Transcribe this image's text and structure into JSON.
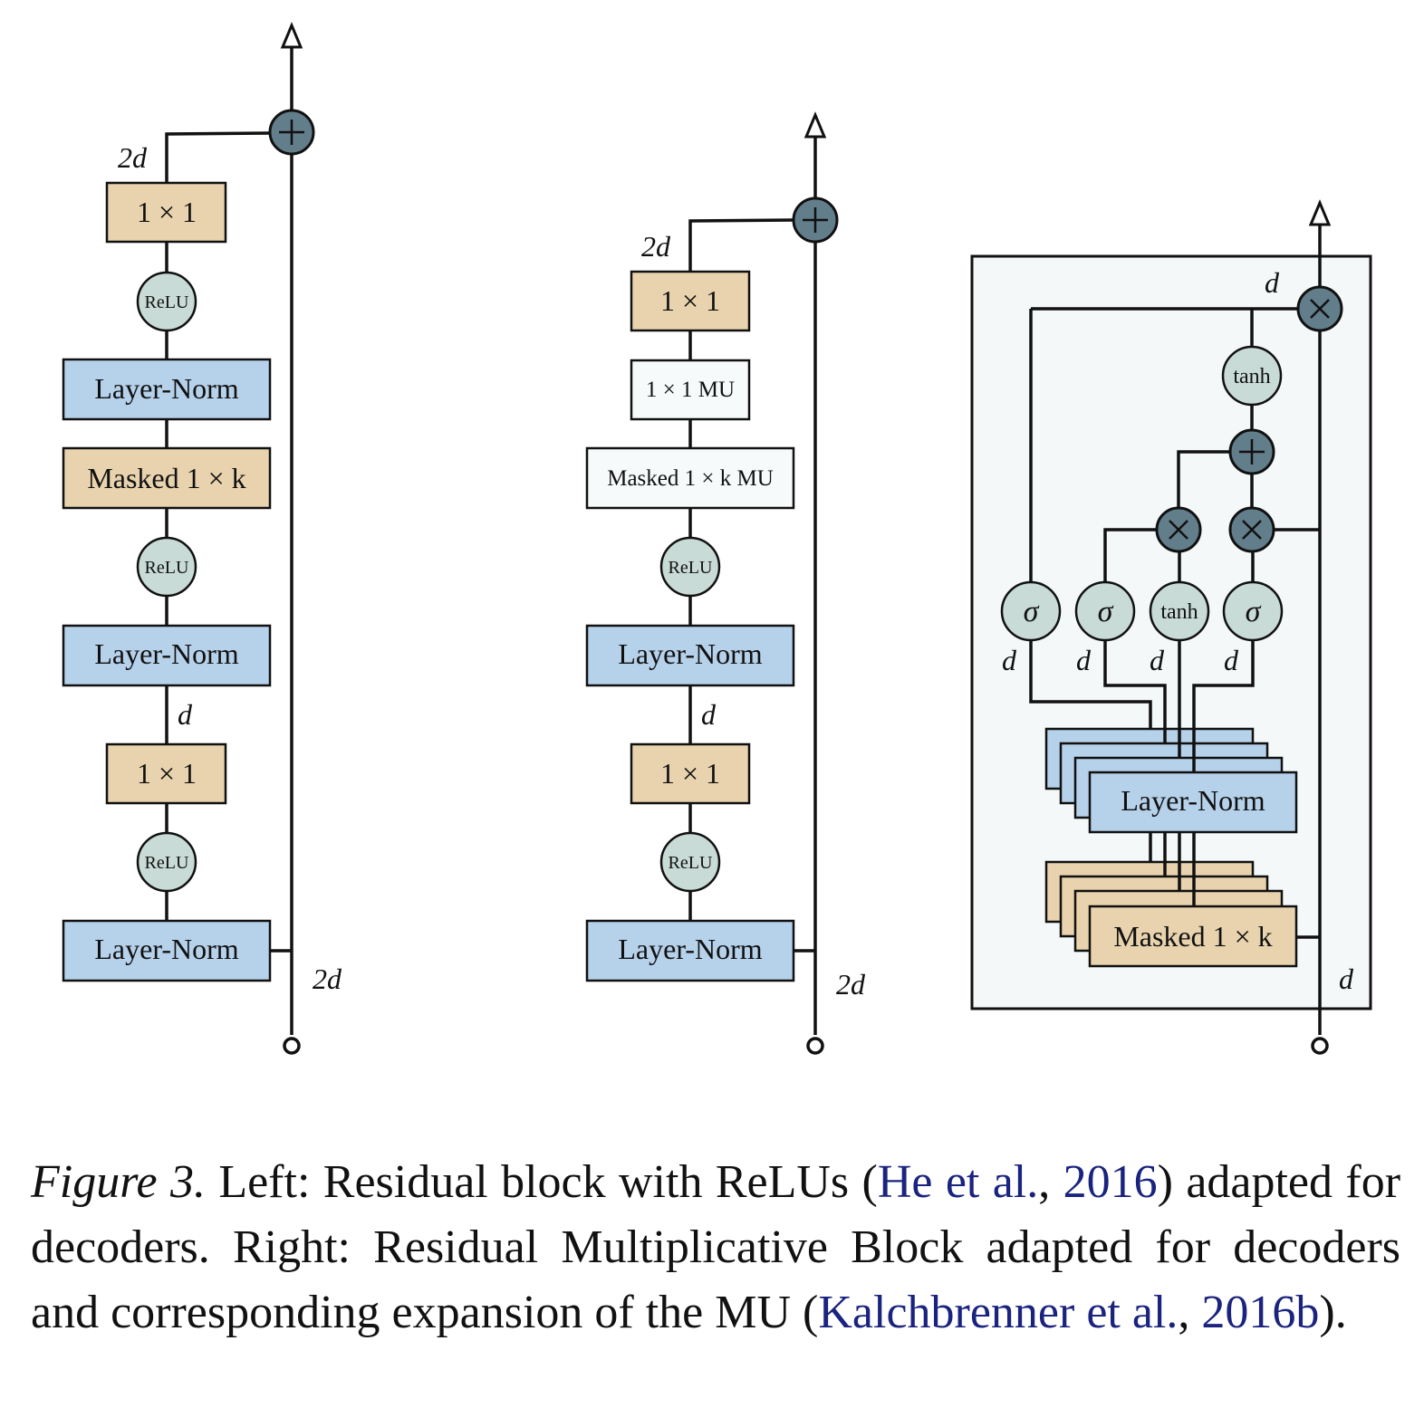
{
  "diagram": {
    "left_block": {
      "labels": {
        "top_2d": "2d",
        "mid_d": "d",
        "bottom_2d": "2d"
      },
      "boxes": {
        "conv_top": "1 × 1",
        "relu_1": "ReLU",
        "ln_1": "Layer-Norm",
        "masked": "Masked 1 × k",
        "relu_2": "ReLU",
        "ln_2": "Layer-Norm",
        "conv_bottom": "1 × 1",
        "relu_3": "ReLU",
        "ln_3": "Layer-Norm"
      }
    },
    "middle_block": {
      "labels": {
        "top_2d": "2d",
        "mid_d": "d",
        "bottom_2d": "2d"
      },
      "boxes": {
        "conv_top": "1 × 1",
        "conv_mu": "1 × 1 MU",
        "masked_mu": "Masked 1 × k MU",
        "relu_1": "ReLU",
        "ln_1": "Layer-Norm",
        "conv_bottom": "1 × 1",
        "relu_2": "ReLU",
        "ln_2": "Layer-Norm"
      }
    },
    "mu_block": {
      "labels": {
        "top_d": "d",
        "bottom_d": "d",
        "gate_d": [
          "d",
          "d",
          "d",
          "d"
        ]
      },
      "nodes": {
        "tanh_top": "tanh",
        "sigma_1": "σ",
        "sigma_2": "σ",
        "tanh_gate": "tanh",
        "sigma_3": "σ"
      },
      "boxes": {
        "ln": "Layer-Norm",
        "masked": "Masked 1 × k"
      }
    },
    "symbols": {
      "plus": "+",
      "times": "×"
    }
  },
  "caption": {
    "figure_label": "Figure 3.",
    "text_1": " Left:  Residual block with ReLUs (",
    "cite_1_authors": "He et al.",
    "text_2": ", ",
    "cite_1_year": "2016",
    "text_3": ") adapted for decoders.  Right:  Residual Multiplicative Block adapted for decoders and corresponding expansion of the MU (",
    "cite_2_authors": "Kalchbrenner et al.",
    "text_4": ", ",
    "cite_2_year": "2016b",
    "text_5": ")."
  },
  "colors": {
    "conv_tan": "#e8d3ae",
    "layernorm_blue": "#b6d1ea",
    "relu_circle": "#c9dbd6",
    "op_circle_dark": "#627e8b",
    "mu_box_white": "#f7fafb",
    "mu_frame_bg": "#f4f8f9",
    "citation_blue": "#1a237e"
  }
}
